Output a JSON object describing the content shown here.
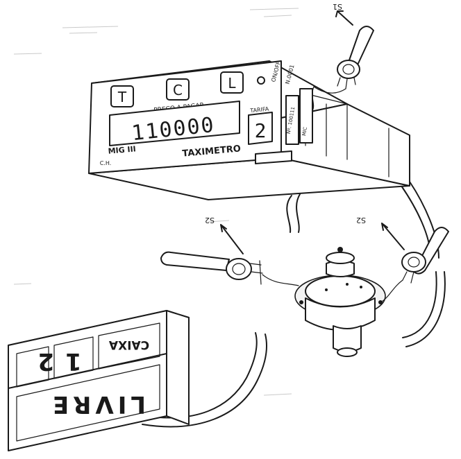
{
  "callouts": {
    "s1": "S1",
    "s2_left": "S2",
    "s2_right": "S2"
  },
  "taximeter": {
    "name": "TAXIMETRO",
    "model": "MIG III",
    "maker_mark": "C.H.",
    "price_caption": "PRECO A PAGAR",
    "display_value": "110000",
    "tariff_label": "TARIFA",
    "tariff_value": "2",
    "power_label": "ON/OFF",
    "serial_label": "N.0001",
    "certificate": "Nº. 100111",
    "inmetro_mark": "MIC",
    "button_t": "T",
    "button_c": "C",
    "button_l": "L"
  },
  "roof_sign": {
    "status_text": "LIVRE",
    "tariff_digits": "12",
    "brand_text": "CAIXA"
  }
}
